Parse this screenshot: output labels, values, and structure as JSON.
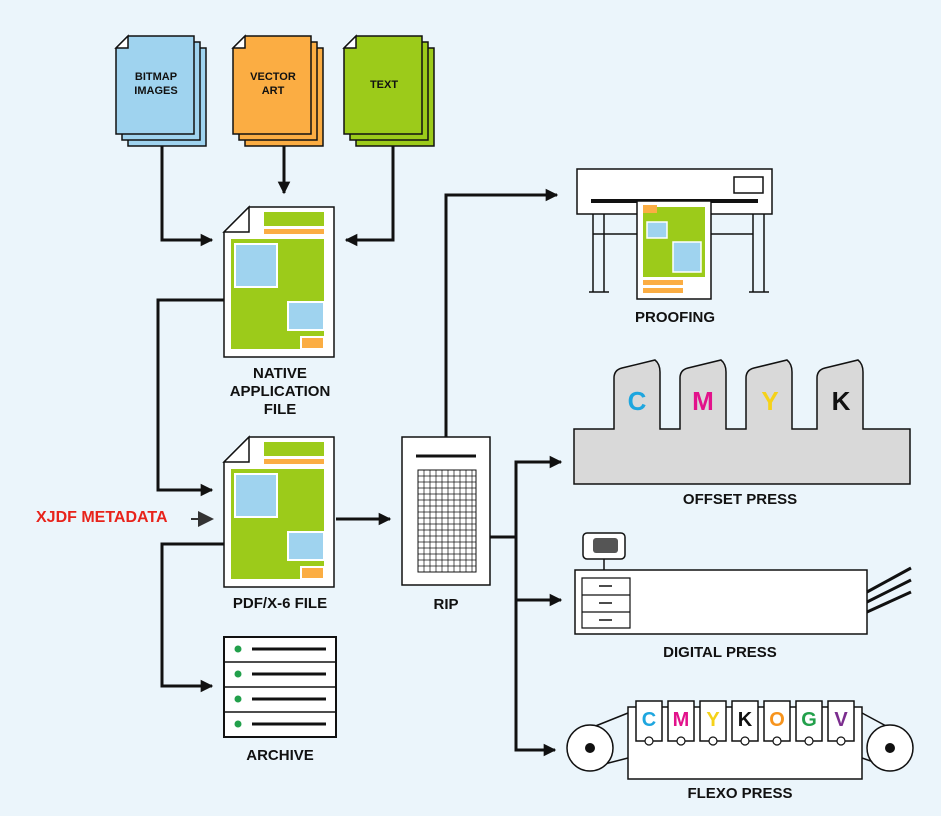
{
  "sources": {
    "bitmap": {
      "line1": "BITMAP",
      "line2": "IMAGES",
      "color": "#9fd3ef"
    },
    "vector": {
      "line1": "VECTOR",
      "line2": "ART",
      "color": "#fbad43"
    },
    "text": {
      "line1": "TEXT",
      "color": "#9ccb1a"
    }
  },
  "native_file": {
    "line1": "NATIVE",
    "line2": "APPLICATION",
    "line3": "FILE"
  },
  "pdf_file": {
    "label": "PDF/X-6 FILE"
  },
  "metadata": {
    "label": "XJDF METADATA",
    "color": "#e8231b"
  },
  "archive": {
    "label": "ARCHIVE"
  },
  "rip": {
    "label": "RIP"
  },
  "proofing": {
    "label": "PROOFING"
  },
  "offset_press": {
    "label": "OFFSET PRESS",
    "inks": [
      {
        "letter": "C",
        "color": "#1ea6df"
      },
      {
        "letter": "M",
        "color": "#e2128b"
      },
      {
        "letter": "Y",
        "color": "#f5d21a"
      },
      {
        "letter": "K",
        "color": "#111111"
      }
    ]
  },
  "digital_press": {
    "label": "DIGITAL PRESS"
  },
  "flexo_press": {
    "label": "FLEXO PRESS",
    "inks": [
      {
        "letter": "C",
        "color": "#1ea6df"
      },
      {
        "letter": "M",
        "color": "#e2128b"
      },
      {
        "letter": "Y",
        "color": "#f5d21a"
      },
      {
        "letter": "K",
        "color": "#111111"
      },
      {
        "letter": "O",
        "color": "#f7941d"
      },
      {
        "letter": "G",
        "color": "#22a04b"
      },
      {
        "letter": "V",
        "color": "#7b2d8e"
      }
    ]
  },
  "colors": {
    "green": "#9ccb1a",
    "blue": "#9fd3ef",
    "orange": "#fbad43",
    "press_gray": "#d9d9d9"
  }
}
